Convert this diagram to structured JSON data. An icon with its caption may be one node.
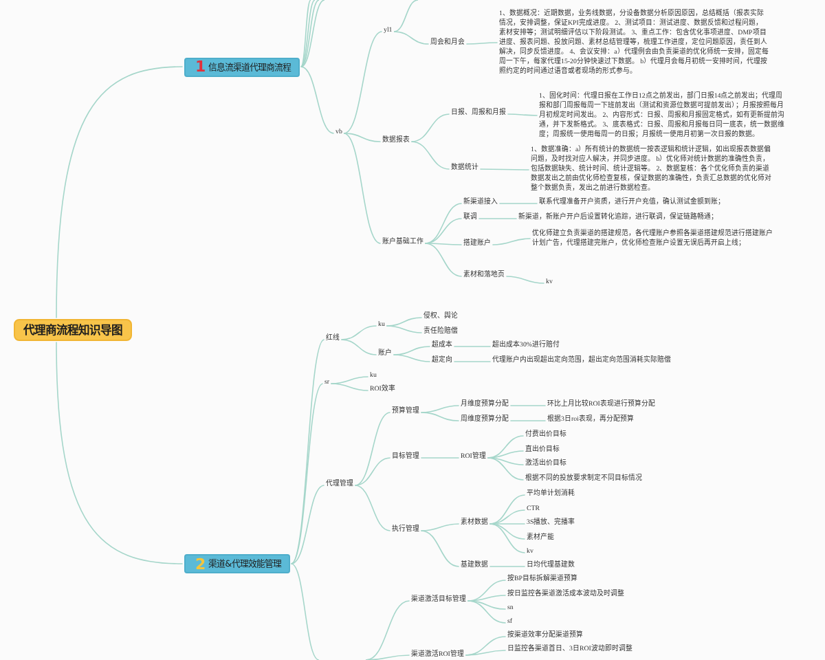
{
  "diagram": {
    "nodes": [
      {
        "text": [
          "代理商流程知识导图"
        ]
      },
      {
        "text": [
          "1",
          "信息流渠道代理商流程"
        ]
      },
      {
        "text": [
          "vb"
        ]
      },
      {
        "text": [
          "yl1"
        ]
      },
      {
        "text": [
          "周会和月会"
        ]
      },
      {
        "text": [
          "1、数据概况：近期数据，业务线数据，分设备数据分析原因原因，总结概括（报表实际情况，安排调整，保证KPI完成进度。 2、测试项目：测试进度、数据反馈和过程问题，素材安排等；测试明细评估以下阶段测试。 3、重点工作：包含优化事项进度、DMP项目进度、报表问题、投放问题、素材总结管理等，梳理工作进度，定位问题原因，责任到人解决，同步反馈进度。 4、会议安排：a）代理例会由负责渠道的优化师统一安排，固定每周一下午，每家代理15-20分钟快速过下数据。 b）代理月会每月初统一安排时间，代理按照约定的时间通过语音或者现场的形式参与。"
        ]
      },
      {
        "text": [
          "数据报表"
        ]
      },
      {
        "text": [
          "日报、周报和月报"
        ]
      },
      {
        "text": [
          "1、固化时间：代理日报在工作日12点之前发出，部门日报14点之前发出；代理周报和部门周报每周一下班前发出（测试和资源位数据可提前发出）；月报按照每月月初规定时间发出。 2、内容形式：日报、周报和月报固定格式，如有更新提前沟通，并下发新格式。 3、底表格式：日报、周报和月报每日同一底表，统一数据维度；周报统一使用每周一的日报；月报统一使用月初第一次日报的数据。"
        ]
      },
      {
        "text": [
          "数据统计"
        ]
      },
      {
        "text": [
          "1、数据准确：a）所有统计的数据统一按表逻辑和统计逻辑，如出现报表数据偏问题，及时找对应人解决，并同步进度。 b）优化师对统计数据的准确性负责，包括数据缺失、统计时间、统计逻辑等。 2、数据复核：各个优化师负责的渠道数据发出之前由优化师检查复核，保证数据的准确性，负责汇总数据的优化师对整个数据负责，发出之前进行数据检查。"
        ]
      },
      {
        "text": [
          "账户基础工作"
        ]
      },
      {
        "text": [
          "新渠道接入"
        ]
      },
      {
        "text": [
          "联系代理准备开户资质，进行开户充值，确认测试金额到账；"
        ]
      },
      {
        "text": [
          "联调"
        ]
      },
      {
        "text": [
          "新渠道，新账户开户后设置转化追踪，进行联调，保证链路畅通；"
        ]
      },
      {
        "text": [
          "搭建账户"
        ]
      },
      {
        "text": [
          "优化师建立负责渠道的搭建规范，各代理账户参照各渠道搭建规范进行搭建账户计划广告，代理搭建完账户，优化师检查账户设置无误后再开启上线；"
        ]
      },
      {
        "text": [
          "素材和落地页"
        ]
      },
      {
        "text": [
          "kv"
        ]
      },
      {
        "text": [
          "2",
          "渠道&代理效能管理"
        ]
      },
      {
        "text": [
          "红线"
        ]
      },
      {
        "text": [
          "ku"
        ]
      },
      {
        "text": [
          "侵权、舆论"
        ]
      },
      {
        "text": [
          "责任险赔偿"
        ]
      },
      {
        "text": [
          "账户"
        ]
      },
      {
        "text": [
          "超成本"
        ]
      },
      {
        "text": [
          "超出成本30%进行赔付"
        ]
      },
      {
        "text": [
          "超定向"
        ]
      },
      {
        "text": [
          "代理账户内出现超出定向范围，超出定向范围消耗实际赔偿"
        ]
      },
      {
        "text": [
          "sr"
        ]
      },
      {
        "text": [
          "ku"
        ]
      },
      {
        "text": [
          "ROI效率"
        ]
      },
      {
        "text": [
          "代理管理"
        ]
      },
      {
        "text": [
          "预算管理"
        ]
      },
      {
        "text": [
          "月维度预算分配"
        ]
      },
      {
        "text": [
          "环比上月比较ROI表现进行预算分配"
        ]
      },
      {
        "text": [
          "周维度预算分配"
        ]
      },
      {
        "text": [
          "根据3日roi表现，再分配预算"
        ]
      },
      {
        "text": [
          "目标管理"
        ]
      },
      {
        "text": [
          "ROI管理"
        ]
      },
      {
        "text": [
          "付费出价目标"
        ]
      },
      {
        "text": [
          "直出价目标"
        ]
      },
      {
        "text": [
          "激活出价目标"
        ]
      },
      {
        "text": [
          "根据不同的投放要求制定不同目标情况"
        ]
      },
      {
        "text": [
          "执行管理"
        ]
      },
      {
        "text": [
          "素材数据"
        ]
      },
      {
        "text": [
          "平均单计划消耗"
        ]
      },
      {
        "text": [
          "CTR"
        ]
      },
      {
        "text": [
          "3S播放、完播率"
        ]
      },
      {
        "text": [
          "素材产能"
        ]
      },
      {
        "text": [
          "kv"
        ]
      },
      {
        "text": [
          "基建数据"
        ]
      },
      {
        "text": [
          "日均代理基建数"
        ]
      },
      {
        "text": [
          "渠道激活目标管理"
        ]
      },
      {
        "text": [
          "按BP目标拆解渠道预算"
        ]
      },
      {
        "text": [
          "按日监控各渠道激活成本波动及时调整"
        ]
      },
      {
        "text": [
          "sn"
        ]
      },
      {
        "text": [
          "sf"
        ]
      },
      {
        "text": [
          "渠道激活ROI管理"
        ]
      },
      {
        "text": [
          "按渠道效率分配渠道预算"
        ]
      },
      {
        "text": [
          "日监控各渠道首日、3日ROI波动即时调整"
        ]
      }
    ],
    "edges": [
      {
        "from": 0,
        "to": 1,
        "arrow": "none"
      },
      {
        "from": 0,
        "to": 20,
        "arrow": "none"
      },
      {
        "from": 1,
        "to": null,
        "arrow": "none"
      },
      {
        "from": 1,
        "to": null,
        "arrow": "none"
      },
      {
        "from": 1,
        "to": null,
        "arrow": "none"
      },
      {
        "from": 1,
        "to": null,
        "arrow": "none"
      },
      {
        "from": 1,
        "to": 2,
        "arrow": "none"
      },
      {
        "from": 2,
        "to": 3,
        "arrow": "none"
      },
      {
        "from": 3,
        "to": null,
        "arrow": "none"
      },
      {
        "from": 3,
        "to": 4,
        "arrow": "none"
      },
      {
        "from": 4,
        "to": 5,
        "arrow": "none"
      },
      {
        "from": 2,
        "to": 6,
        "arrow": "none"
      },
      {
        "from": 6,
        "to": 7,
        "arrow": "none"
      },
      {
        "from": 7,
        "to": 8,
        "arrow": "none"
      },
      {
        "from": 6,
        "to": 9,
        "arrow": "none"
      },
      {
        "from": 9,
        "to": 10,
        "arrow": "none"
      },
      {
        "from": 2,
        "to": 11,
        "arrow": "none"
      },
      {
        "from": 11,
        "to": 12,
        "arrow": "none"
      },
      {
        "from": 12,
        "to": 13,
        "arrow": "none"
      },
      {
        "from": 11,
        "to": 14,
        "arrow": "none"
      },
      {
        "from": 14,
        "to": 15,
        "arrow": "none"
      },
      {
        "from": 11,
        "to": 16,
        "arrow": "none"
      },
      {
        "from": 16,
        "to": 17,
        "arrow": "none"
      },
      {
        "from": 11,
        "to": 18,
        "arrow": "none"
      },
      {
        "from": 18,
        "to": 19,
        "arrow": "none"
      },
      {
        "from": 20,
        "to": 21,
        "arrow": "none"
      },
      {
        "from": 21,
        "to": 22,
        "arrow": "none"
      },
      {
        "from": 22,
        "to": 23,
        "arrow": "none"
      },
      {
        "from": 22,
        "to": 24,
        "arrow": "none"
      },
      {
        "from": 21,
        "to": 25,
        "arrow": "none"
      },
      {
        "from": 25,
        "to": 26,
        "arrow": "none"
      },
      {
        "from": 26,
        "to": 27,
        "arrow": "none"
      },
      {
        "from": 25,
        "to": 28,
        "arrow": "none"
      },
      {
        "from": 28,
        "to": 29,
        "arrow": "none"
      },
      {
        "from": 20,
        "to": 30,
        "arrow": "none"
      },
      {
        "from": 30,
        "to": 31,
        "arrow": "none"
      },
      {
        "from": 30,
        "to": 32,
        "arrow": "none"
      },
      {
        "from": 20,
        "to": 33,
        "arrow": "none"
      },
      {
        "from": 33,
        "to": 34,
        "arrow": "none"
      },
      {
        "from": 34,
        "to": 35,
        "arrow": "none"
      },
      {
        "from": 35,
        "to": 36,
        "arrow": "none"
      },
      {
        "from": 34,
        "to": 37,
        "arrow": "none"
      },
      {
        "from": 37,
        "to": 38,
        "arrow": "none"
      },
      {
        "from": 33,
        "to": 39,
        "arrow": "none"
      },
      {
        "from": 39,
        "to": 40,
        "arrow": "none"
      },
      {
        "from": 40,
        "to": 41,
        "arrow": "none"
      },
      {
        "from": 40,
        "to": 42,
        "arrow": "none"
      },
      {
        "from": 40,
        "to": 43,
        "arrow": "none"
      },
      {
        "from": 40,
        "to": 44,
        "arrow": "none"
      },
      {
        "from": 33,
        "to": 45,
        "arrow": "none"
      },
      {
        "from": 45,
        "to": 46,
        "arrow": "none"
      },
      {
        "from": 46,
        "to": 47,
        "arrow": "none"
      },
      {
        "from": 46,
        "to": 48,
        "arrow": "none"
      },
      {
        "from": 46,
        "to": 49,
        "arrow": "none"
      },
      {
        "from": 46,
        "to": 50,
        "arrow": "none"
      },
      {
        "from": 46,
        "to": 51,
        "arrow": "none"
      },
      {
        "from": 45,
        "to": 52,
        "arrow": "none"
      },
      {
        "from": 52,
        "to": 53,
        "arrow": "none"
      },
      {
        "from": 20,
        "to": null,
        "arrow": "none"
      },
      {
        "from": null,
        "to": 54,
        "arrow": "none"
      },
      {
        "from": 54,
        "to": 55,
        "arrow": "none"
      },
      {
        "from": 54,
        "to": 56,
        "arrow": "none"
      },
      {
        "from": 54,
        "to": 57,
        "arrow": "none"
      },
      {
        "from": 54,
        "to": 58,
        "arrow": "none"
      },
      {
        "from": null,
        "to": 59,
        "arrow": "none"
      },
      {
        "from": 59,
        "to": 60,
        "arrow": "none"
      },
      {
        "from": 59,
        "to": 61,
        "arrow": "none"
      }
    ]
  }
}
